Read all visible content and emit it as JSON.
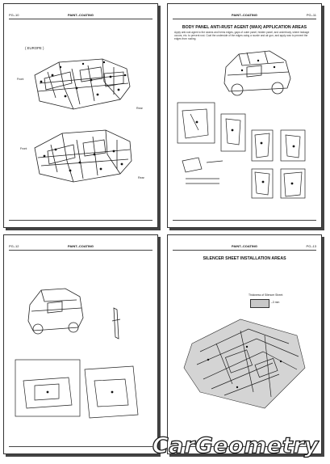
{
  "pages": [
    {
      "header": {
        "left": "PG–10",
        "center": "PAINT–COATING",
        "right": ""
      },
      "region": "( EUROPE )",
      "labels": {
        "front_top": "Front",
        "rear_top": "Rear",
        "front_bottom": "Front",
        "rear_bottom": "Rear"
      }
    },
    {
      "header": {
        "left": "",
        "center": "PAINT–COATING",
        "right": "PG–11"
      },
      "title": "BODY PANEL ANTI-RUST AGENT (WAX) APPLICATION AREAS",
      "paragraph": "Apply anti-rust agent to the seams and hems edges, gaps of outer panel, hidden panel, and underbody, where leakage occurs, etc. to prevent rust. Coat the underside of the edges using a nozzle and air gun, and apply wax to prevent the edges from rusting."
    },
    {
      "header": {
        "left": "PG–12",
        "center": "PAINT–COATING",
        "right": ""
      }
    },
    {
      "header": {
        "left": "",
        "center": "PAINT–COATING",
        "right": "PG–13"
      },
      "title": "SILENCER SHEET INSTALLATION AREAS",
      "legend": {
        "label": "Thickness of Silencer Sheet:",
        "value": "–3 mm"
      }
    }
  ],
  "watermark": "CarGeometry"
}
